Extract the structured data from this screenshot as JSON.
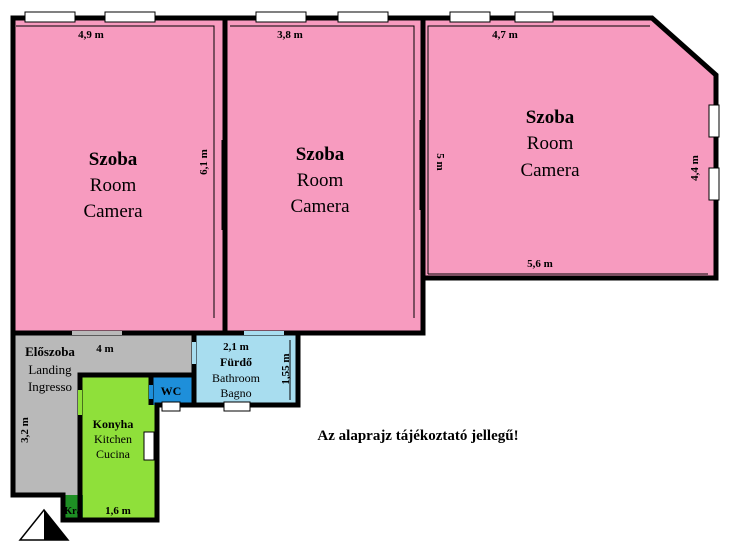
{
  "colors": {
    "room_pink": "#F79BBF",
    "hall_gray": "#B9B9B9",
    "bath_blue": "#A8DDEF",
    "wc_blue": "#1E8FDA",
    "kitchen_green": "#8FE03A",
    "pantry_green": "#1E8F24",
    "wall": "#000000",
    "window": "#FFFFFF"
  },
  "rooms": {
    "room1": {
      "hu": "Szoba",
      "en": "Room",
      "it": "Camera",
      "width": "4,9 m",
      "depth": "6,1 m"
    },
    "room2": {
      "hu": "Szoba",
      "en": "Room",
      "it": "Camera",
      "width": "3,8 m",
      "depth": "5 m"
    },
    "room3": {
      "hu": "Szoba",
      "en": "Room",
      "it": "Camera",
      "width_top": "4,7 m",
      "width_bottom": "5,6 m",
      "depth": "4,4 m"
    },
    "hall": {
      "hu": "Előszoba",
      "en": "Landing",
      "it": "Ingresso",
      "width": "4 m",
      "depth": "3,2 m"
    },
    "bath": {
      "hu": "Fürdő",
      "en": "Bathroom",
      "it": "Bagno",
      "width": "2,1 m",
      "depth": "1,55 m"
    },
    "wc": {
      "label": "WC"
    },
    "kitchen": {
      "hu": "Konyha",
      "en": "Kitchen",
      "it": "Cucina",
      "width": "1,6 m"
    },
    "pantry": {
      "label": "Kra"
    }
  },
  "note": "Az alaprajz tájékoztató jellegű!",
  "north_icon": "north-arrow-icon"
}
